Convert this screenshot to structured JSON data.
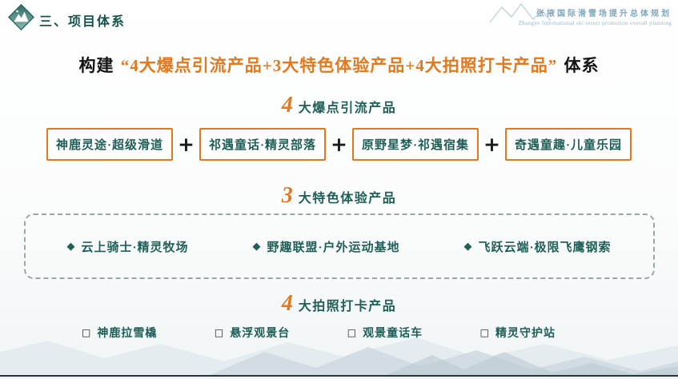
{
  "header": {
    "section_title": "三、项目体系",
    "watermark_cn": "张掖国际滑雪场提升总体规划",
    "watermark_en": "Zhangye International ski resort promotion overall planning"
  },
  "main_title": {
    "prefix": "构建",
    "highlight": "“4大爆点引流产品+3大特色体验产品+4大拍照打卡产品”",
    "suffix": "体系"
  },
  "plus": "+",
  "sections": [
    {
      "number": "4",
      "label": "大爆点引流产品",
      "items": [
        "神鹿灵途·超级滑道",
        "祁遇童话·精灵部落",
        "原野星梦·祁遇宿集",
        "奇遇童趣·儿童乐园"
      ]
    },
    {
      "number": "3",
      "label": "大特色体验产品",
      "bullet": "◆",
      "items": [
        "云上骑士·精灵牧场",
        "野趣联盟·户外运动基地",
        "飞跃云端·极限飞鹰钢索"
      ]
    },
    {
      "number": "4",
      "label": "大拍照打卡产品",
      "bullet": "□",
      "items": [
        "神鹿拉雪橇",
        "悬浮观景台",
        "观景童话车",
        "精灵守护站"
      ]
    }
  ],
  "colors": {
    "teal": "#1f5f58",
    "orange": "#e2791f",
    "watermark_blue": "#7fa7bd",
    "bottom_line": "#26343f"
  }
}
